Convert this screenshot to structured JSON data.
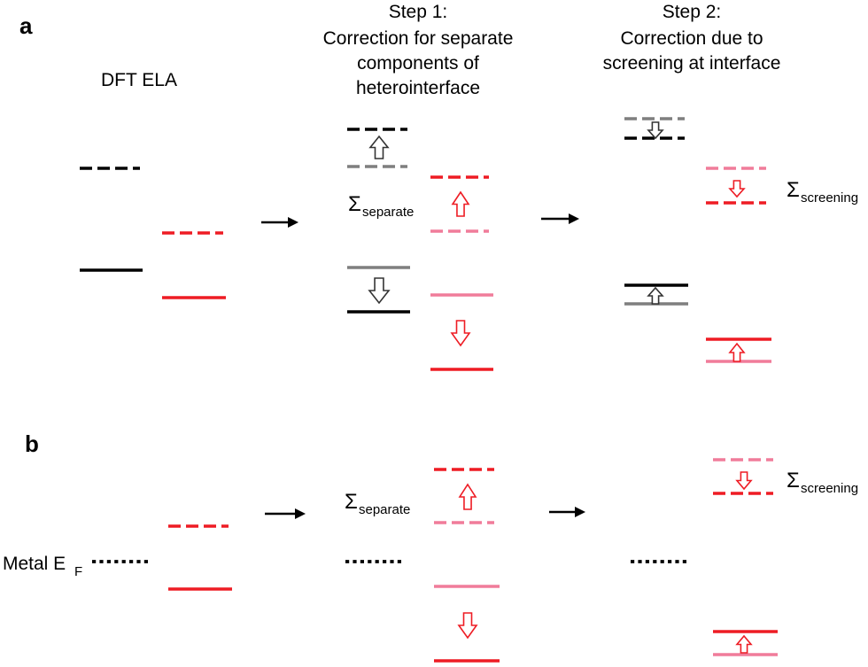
{
  "panels": {
    "a": "a",
    "b": "b"
  },
  "headers": {
    "dft": "DFT ELA",
    "step1": [
      "Step 1:",
      "Correction for separate",
      "components of",
      "heterointerface"
    ],
    "step2": [
      "Step 2:",
      "Correction due to",
      "screening at interface"
    ]
  },
  "labels": {
    "sigma": "Σ",
    "separate": "separate",
    "screening": "screening",
    "metal": "Metal E",
    "fermi_sub": "F"
  },
  "colors": {
    "black": "#000000",
    "gray": "#7f7f7f",
    "red": "#ee1c24",
    "pink": "#f07c9a",
    "arrow_black": "#333333",
    "arrow_red": "#ee1c24"
  },
  "icons": [
    "right-arrow-icon",
    "hollow-up-arrow-icon",
    "hollow-down-arrow-icon"
  ]
}
